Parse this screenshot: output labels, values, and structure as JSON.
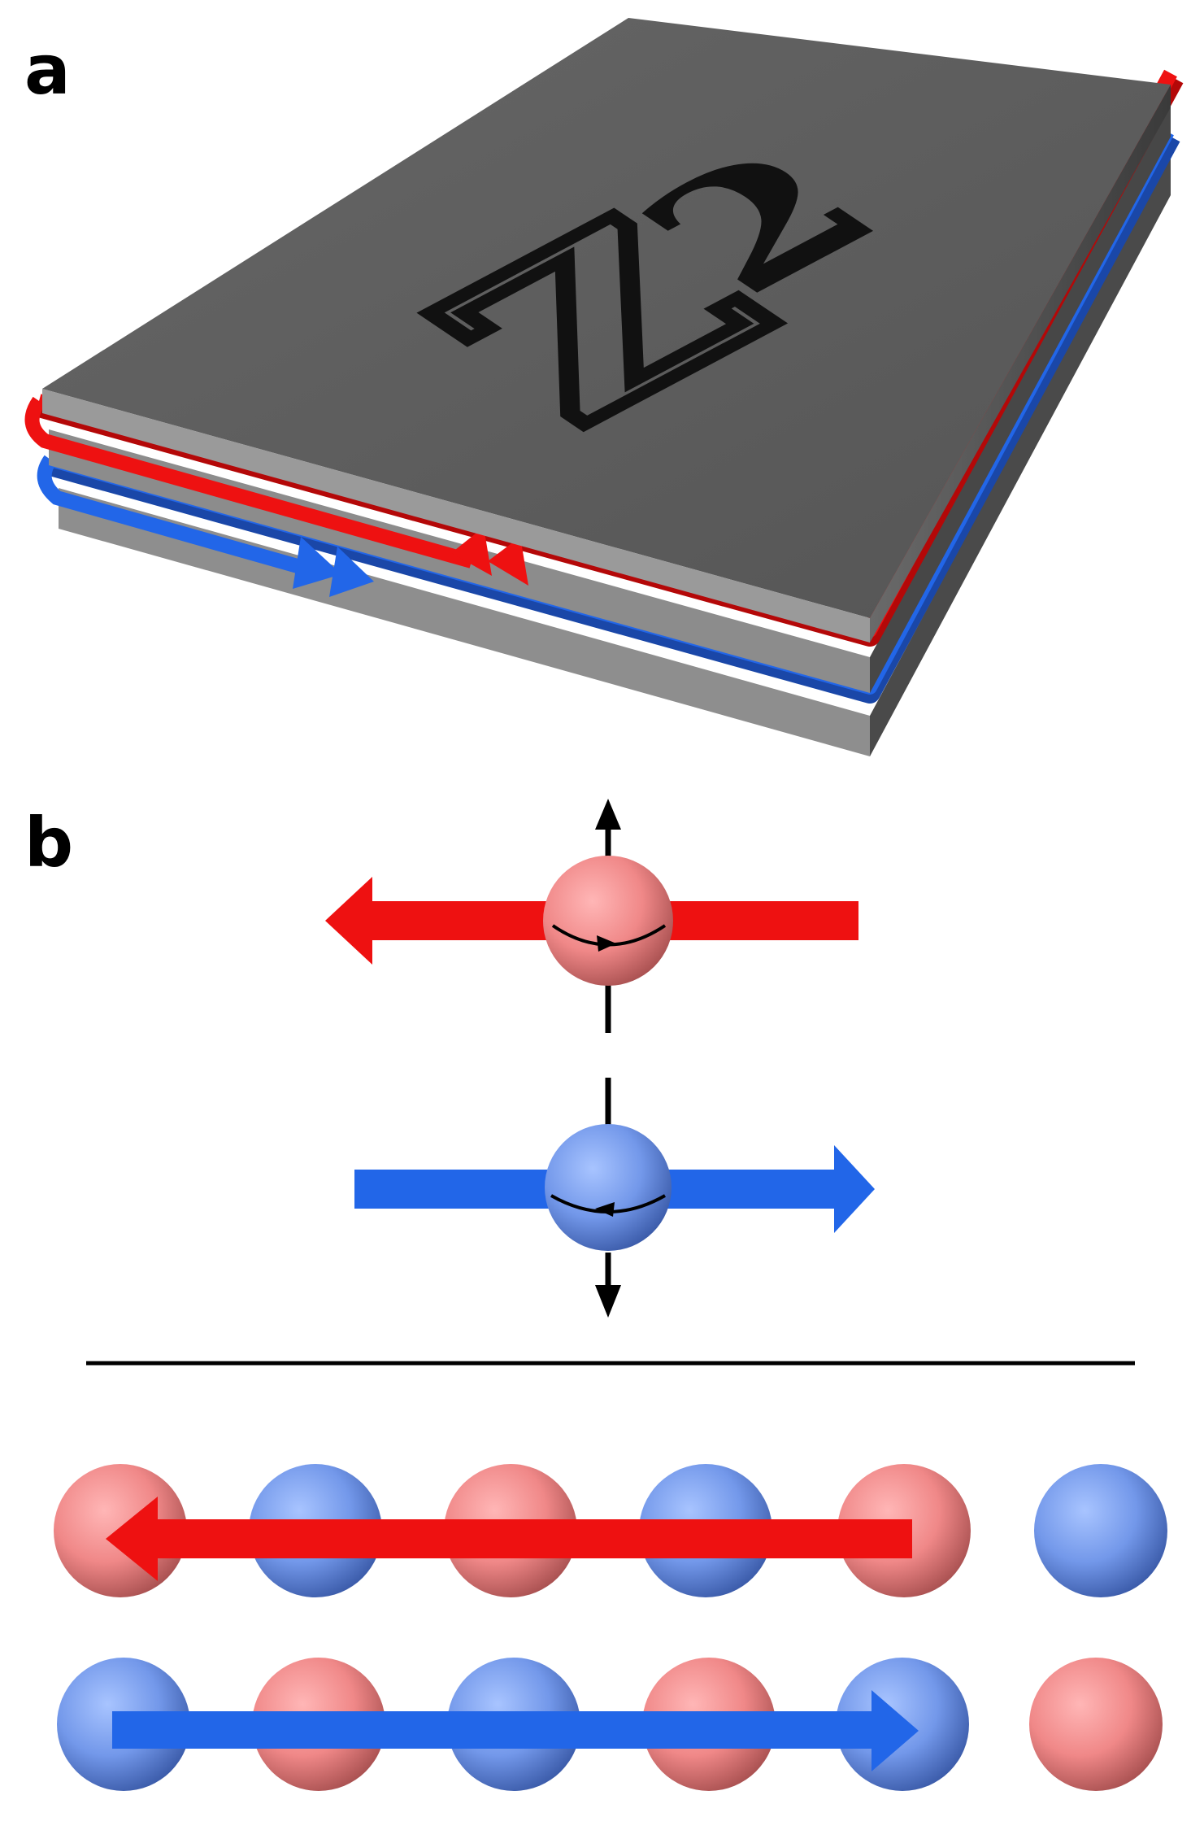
{
  "figure": {
    "panel_a": {
      "label": "a",
      "symbol": "Z",
      "symbol_subscript": "2"
    },
    "panel_b": {
      "label": "b"
    }
  },
  "colors": {
    "red_channel": "#ee1111",
    "red_channel_dark": "#b40808",
    "blue_channel": "#2266e8",
    "blue_channel_dark": "#1a47a8",
    "slab_top": "#5c5c5c",
    "slab_side": "#8c8c8c",
    "sphere_red": "#f28c8c",
    "sphere_blue": "#7aa0ee"
  },
  "chain": {
    "top_row": [
      "red",
      "blue",
      "red",
      "blue",
      "red",
      "blue"
    ],
    "bottom_row": [
      "blue",
      "red",
      "blue",
      "red",
      "blue",
      "red"
    ]
  }
}
